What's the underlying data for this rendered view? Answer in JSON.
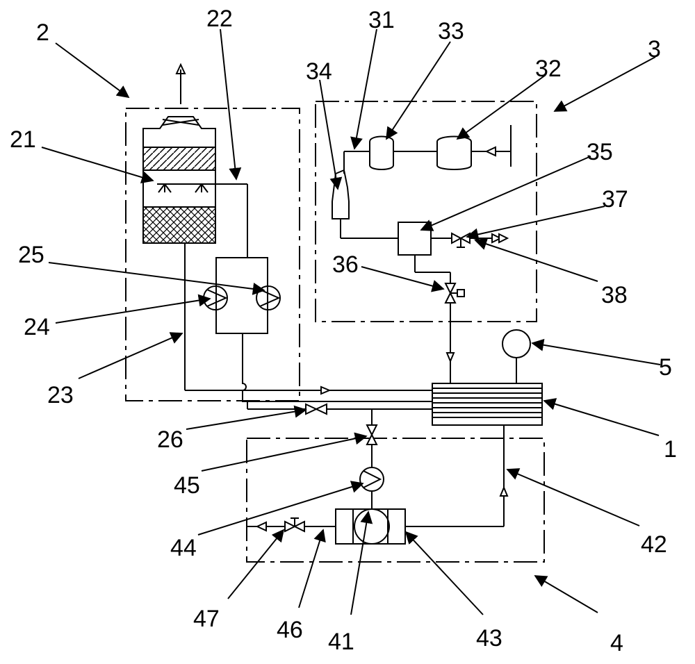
{
  "labels": {
    "l1": "1",
    "l2": "2",
    "l3": "3",
    "l4": "4",
    "l5": "5",
    "l21": "21",
    "l22": "22",
    "l23": "23",
    "l24": "24",
    "l25": "25",
    "l26": "26",
    "l31": "31",
    "l32": "32",
    "l33": "33",
    "l34": "34",
    "l35": "35",
    "l36": "36",
    "l37": "37",
    "l38": "38",
    "l41": "41",
    "l42": "42",
    "l43": "43",
    "l44": "44",
    "l45": "45",
    "l46": "46",
    "l47": "47"
  }
}
